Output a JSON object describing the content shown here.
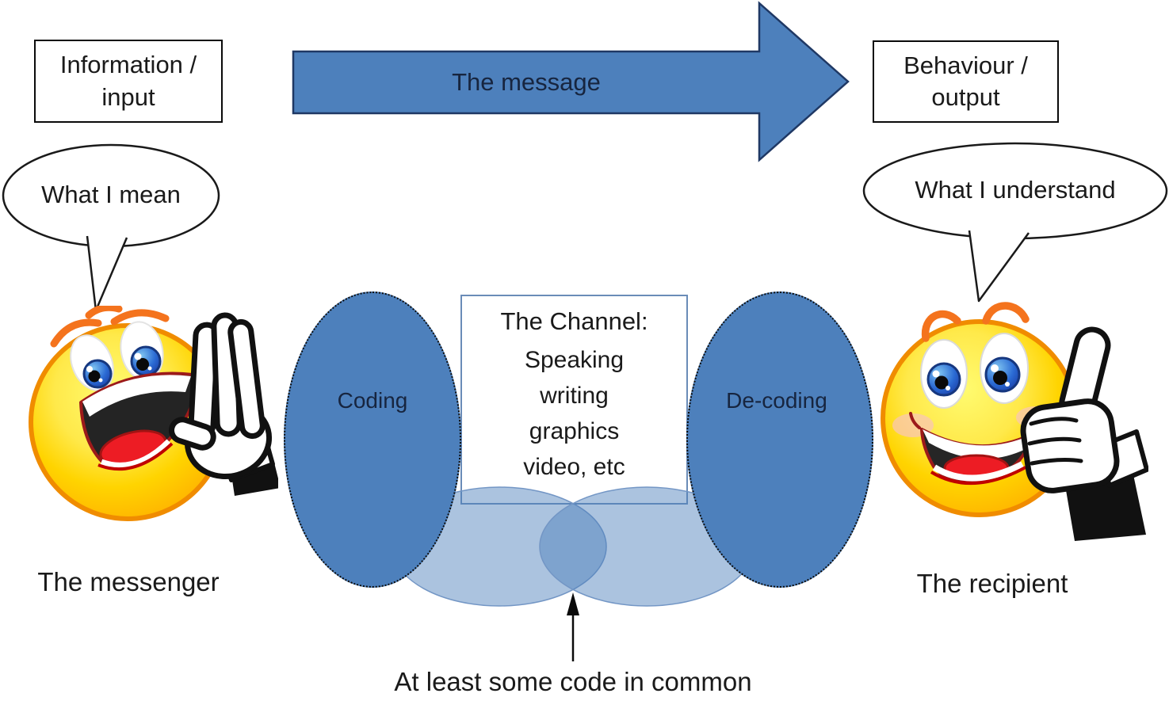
{
  "title_boxes": {
    "input": "Information /\ninput",
    "output": "Behaviour /\noutput"
  },
  "message_arrow": {
    "label": "The message"
  },
  "speech_bubbles": {
    "messenger": "What I mean",
    "recipient": "What I understand"
  },
  "process": {
    "coding": "Coding",
    "decoding": "De-coding"
  },
  "channel": {
    "title": "The Channel:",
    "items": [
      "Speaking",
      "writing",
      "graphics",
      "video, etc"
    ]
  },
  "annotations": {
    "common_code": "At least some code in common"
  },
  "actors": {
    "messenger": "The messenger",
    "recipient": "The recipient"
  },
  "colors": {
    "accent_blue": "#4d80bc",
    "arrow_outline": "#1f3864",
    "venn_light_blue": "#a6bfde",
    "venn_overlap_blue": "#7ba0d0",
    "channel_border": "#6a8cb8",
    "smiley_yellow": "#ffd400",
    "smiley_outline_orange": "#f08c00",
    "eyebrow_orange": "#f4731d",
    "mouth_dark_red": "#9c1a1a",
    "tongue_red": "#ed1c24"
  }
}
